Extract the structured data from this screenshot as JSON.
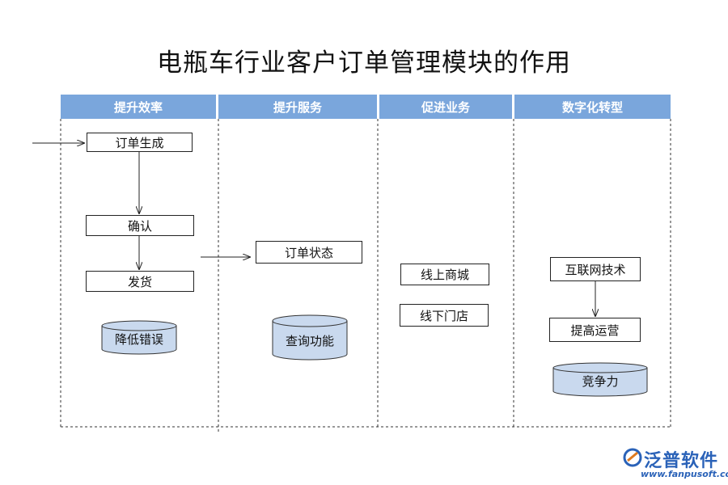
{
  "title": "电瓶车行业客户订单管理模块的作用",
  "lanes": [
    {
      "label": "提升效率"
    },
    {
      "label": "提升服务"
    },
    {
      "label": "促进业务"
    },
    {
      "label": "数字化转型"
    }
  ],
  "nodes": {
    "order_gen": "订单生成",
    "confirm": "确认",
    "ship": "发货",
    "order_status": "订单状态",
    "online_mall": "线上商城",
    "offline_store": "线下门店",
    "internet_tech": "互联网技术",
    "improve_ops": "提高运营"
  },
  "cylinders": {
    "reduce_errors": "降低错误",
    "query_function": "查询功能",
    "competitiveness": "竞争力"
  },
  "logo": {
    "name": "泛普软件",
    "url": "www.fanpusoft.com"
  },
  "colors": {
    "lane_header": "#7aa6dc",
    "cylinder_fill": "#c9d9ee",
    "logo": "#2a62b8"
  }
}
